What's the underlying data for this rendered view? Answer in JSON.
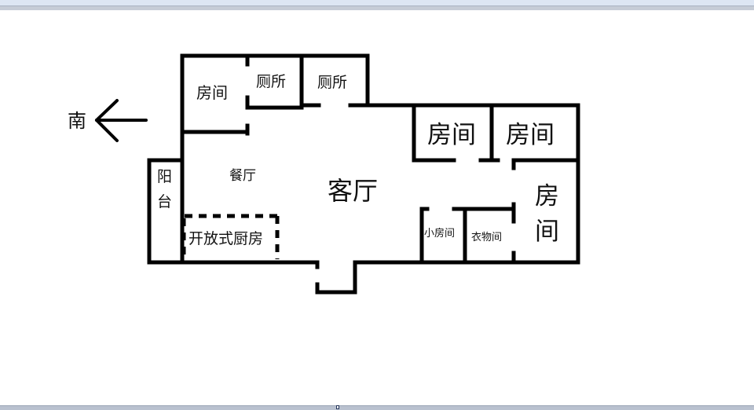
{
  "window": {
    "top_bar": "toolbar-strip",
    "bottom_bar": "status-strip"
  },
  "compass": {
    "direction_label": "南",
    "arrow_icon": "arrow-left-icon"
  },
  "rooms": {
    "bedroom_nw": "房间",
    "toilet_1": "厕所",
    "toilet_2": "厕所",
    "dining": "餐厅",
    "living": "客厅",
    "balcony_1": "阳",
    "balcony_2": "台",
    "kitchen": "开放式厨房",
    "bedroom_ne1": "房间",
    "bedroom_ne2": "房间",
    "bedroom_e_1": "房",
    "bedroom_e_2": "间",
    "small_room": "小房间",
    "closet": "衣物间"
  },
  "colors": {
    "wall": "#000000",
    "background": "#ffffff",
    "toolbar": "#dde6f3",
    "statusbar": "#b9c1cf"
  }
}
